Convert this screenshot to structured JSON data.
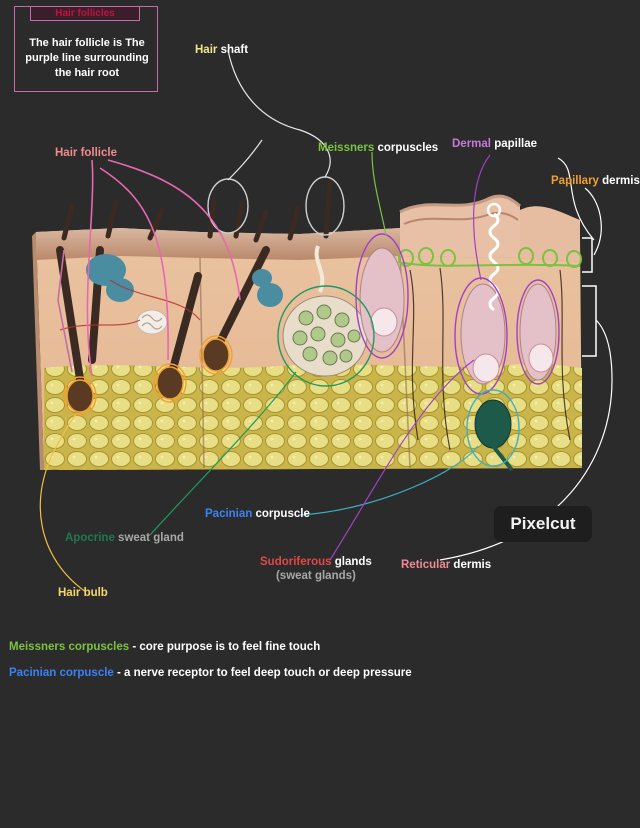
{
  "note": {
    "title": "Hair follicles",
    "text_lines": [
      "The hair follicle is The",
      "purple line surrounding",
      "the hair root"
    ]
  },
  "labels": {
    "hair_shaft": {
      "accent": "Hair",
      "rest": "shaft"
    },
    "hair_follicle": {
      "accent": "Hair follicle",
      "rest": ""
    },
    "meissners": {
      "accent": "Meissners",
      "rest": "corpuscles"
    },
    "dermal_papillae": {
      "accent": "Dermal",
      "rest": "papillae"
    },
    "papillary_dermis": {
      "accent": "Papillary",
      "rest": "dermis"
    },
    "pacinian": {
      "accent": "Pacinian",
      "rest": "corpuscle"
    },
    "apocrine": {
      "accent": "Apocrine",
      "rest": "sweat gland"
    },
    "sudoriferous": {
      "accent": "Sudoriferous",
      "rest": "glands",
      "sub": "(sweat glands)"
    },
    "reticular_dermis": {
      "accent": "Reticular",
      "rest": "dermis"
    },
    "hair_bulb": {
      "accent": "Hair bulb",
      "rest": ""
    }
  },
  "legend": [
    {
      "term": "Meissners corpuscles",
      "definition": " - core purpose is to feel fine touch"
    },
    {
      "term": "Pacinian corpuscle",
      "definition": " - a nerve receptor to feel deep touch or deep pressure"
    }
  ],
  "watermark": "Pixelcut",
  "colors": {
    "background": "#2b2b2b",
    "hair_shaft": "#f0e68c",
    "hair_follicle": "#f28b8b",
    "meissners": "#7cc242",
    "dermal_papillae": "#c878d8",
    "papillary_dermis": "#f0a030",
    "pacinian": "#3b82f6",
    "apocrine": "#1e7a50",
    "sudoriferous": "#e04848",
    "reticular": "#f08898",
    "hair_bulb": "#f5d76e",
    "note_title": "#c0143c",
    "note_border": "#c46da6"
  },
  "icons": {
    "skin_model": "skin-cross-section-illustration"
  }
}
